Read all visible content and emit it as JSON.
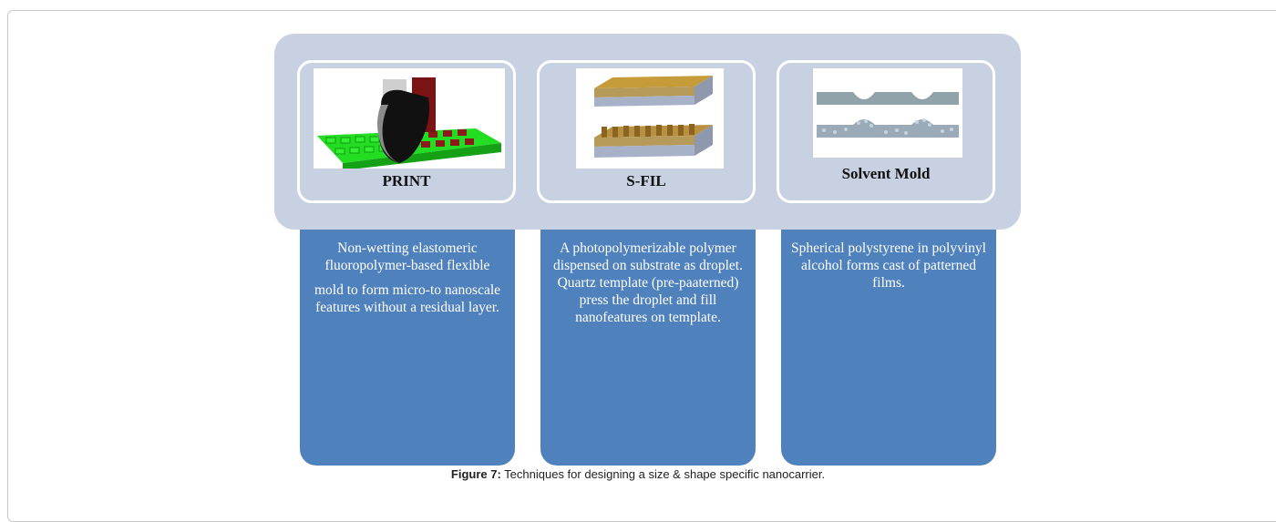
{
  "figure": {
    "techniques": [
      {
        "label": "PRINT",
        "image": "print-mold-illustration",
        "description": [
          "Non-wetting elastomeric fluoropolymer-based flexible",
          "mold to form micro-to nanoscale features without a residual layer."
        ]
      },
      {
        "label": "S-FIL",
        "image": "s-fil-template-illustration",
        "description": [
          "A photopolymerizable polymer dispensed on substrate as droplet. Quartz template (pre-paaterned) press the droplet and fill nanofeatures on template."
        ]
      },
      {
        "label": "Solvent Mold",
        "image": "solvent-mold-illustration",
        "description": [
          "Spherical polystyrene in polyvinyl alcohol forms cast of patterned films."
        ]
      }
    ],
    "caption_label": "Figure 7:",
    "caption_text": " Techniques for designing a size & shape specific nanocarrier."
  }
}
